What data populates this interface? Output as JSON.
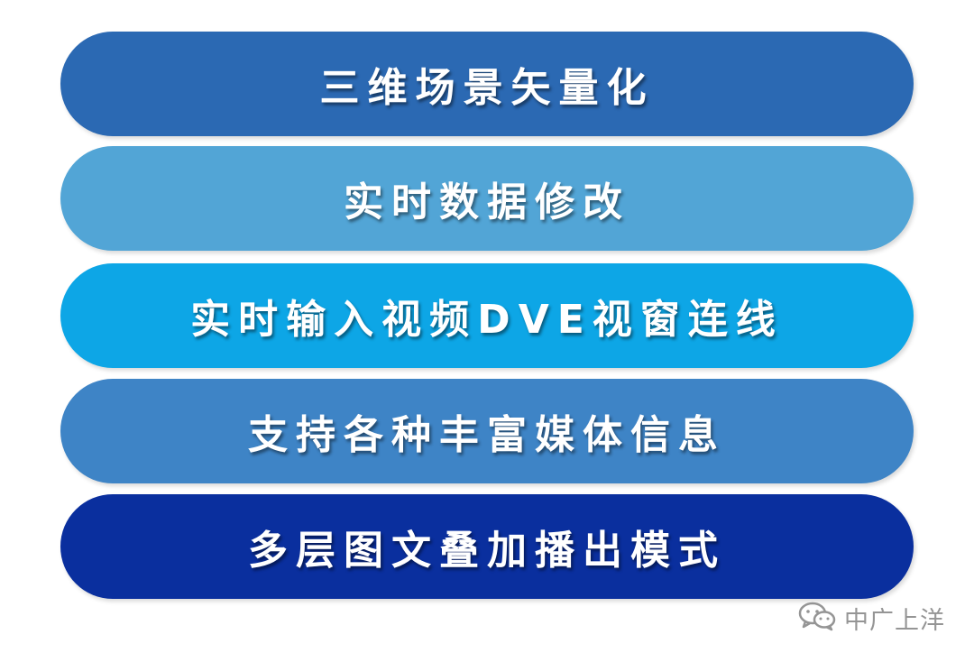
{
  "items": [
    {
      "label": "三维场景矢量化",
      "color": "#2B69B3"
    },
    {
      "label": "实时数据修改",
      "color": "#52A5D6"
    },
    {
      "label": "实时输入视频DVE视窗连线",
      "color": "#0DA6E6"
    },
    {
      "label": "支持各种丰富媒体信息",
      "color": "#3E84C6"
    },
    {
      "label": "多层图文叠加播出模式",
      "color": "#0A2F9E"
    }
  ],
  "watermark": {
    "text": "中广上洋",
    "icon": "wechat-icon"
  }
}
